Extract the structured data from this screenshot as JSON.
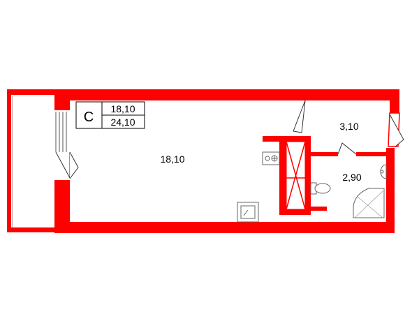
{
  "plan": {
    "type_letter": "С",
    "area_living": "18,10",
    "area_total": "24,10",
    "rooms": {
      "main_room": "18,10",
      "hallway": "3,10",
      "bathroom": "2,90"
    }
  },
  "colors": {
    "walls": "#ff0000",
    "text": "#000000"
  }
}
